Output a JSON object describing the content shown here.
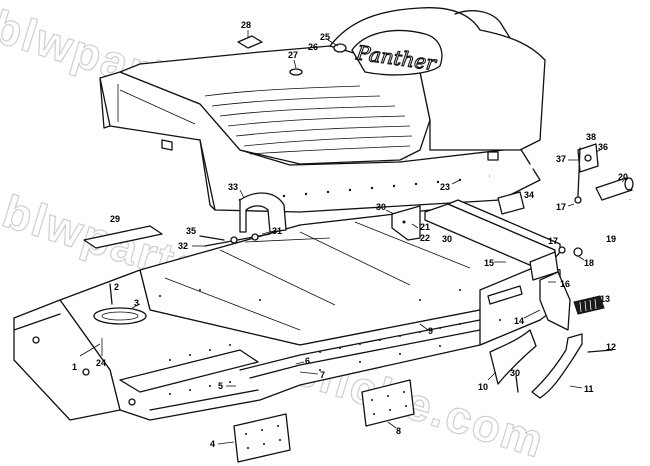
{
  "watermark": "blwpartsfiche.com",
  "seat_brand_script": "Panther",
  "callouts": [
    "1",
    "2",
    "3",
    "4",
    "5",
    "6",
    "7",
    "8",
    "9",
    "10",
    "11",
    "12",
    "13",
    "14",
    "15",
    "16",
    "17",
    "17",
    "18",
    "19",
    "20",
    "21",
    "22",
    "23",
    "24",
    "25",
    "26",
    "27",
    "28",
    "29",
    "30",
    "30",
    "30",
    "31",
    "32",
    "33",
    "34",
    "35",
    "36",
    "37",
    "38"
  ]
}
